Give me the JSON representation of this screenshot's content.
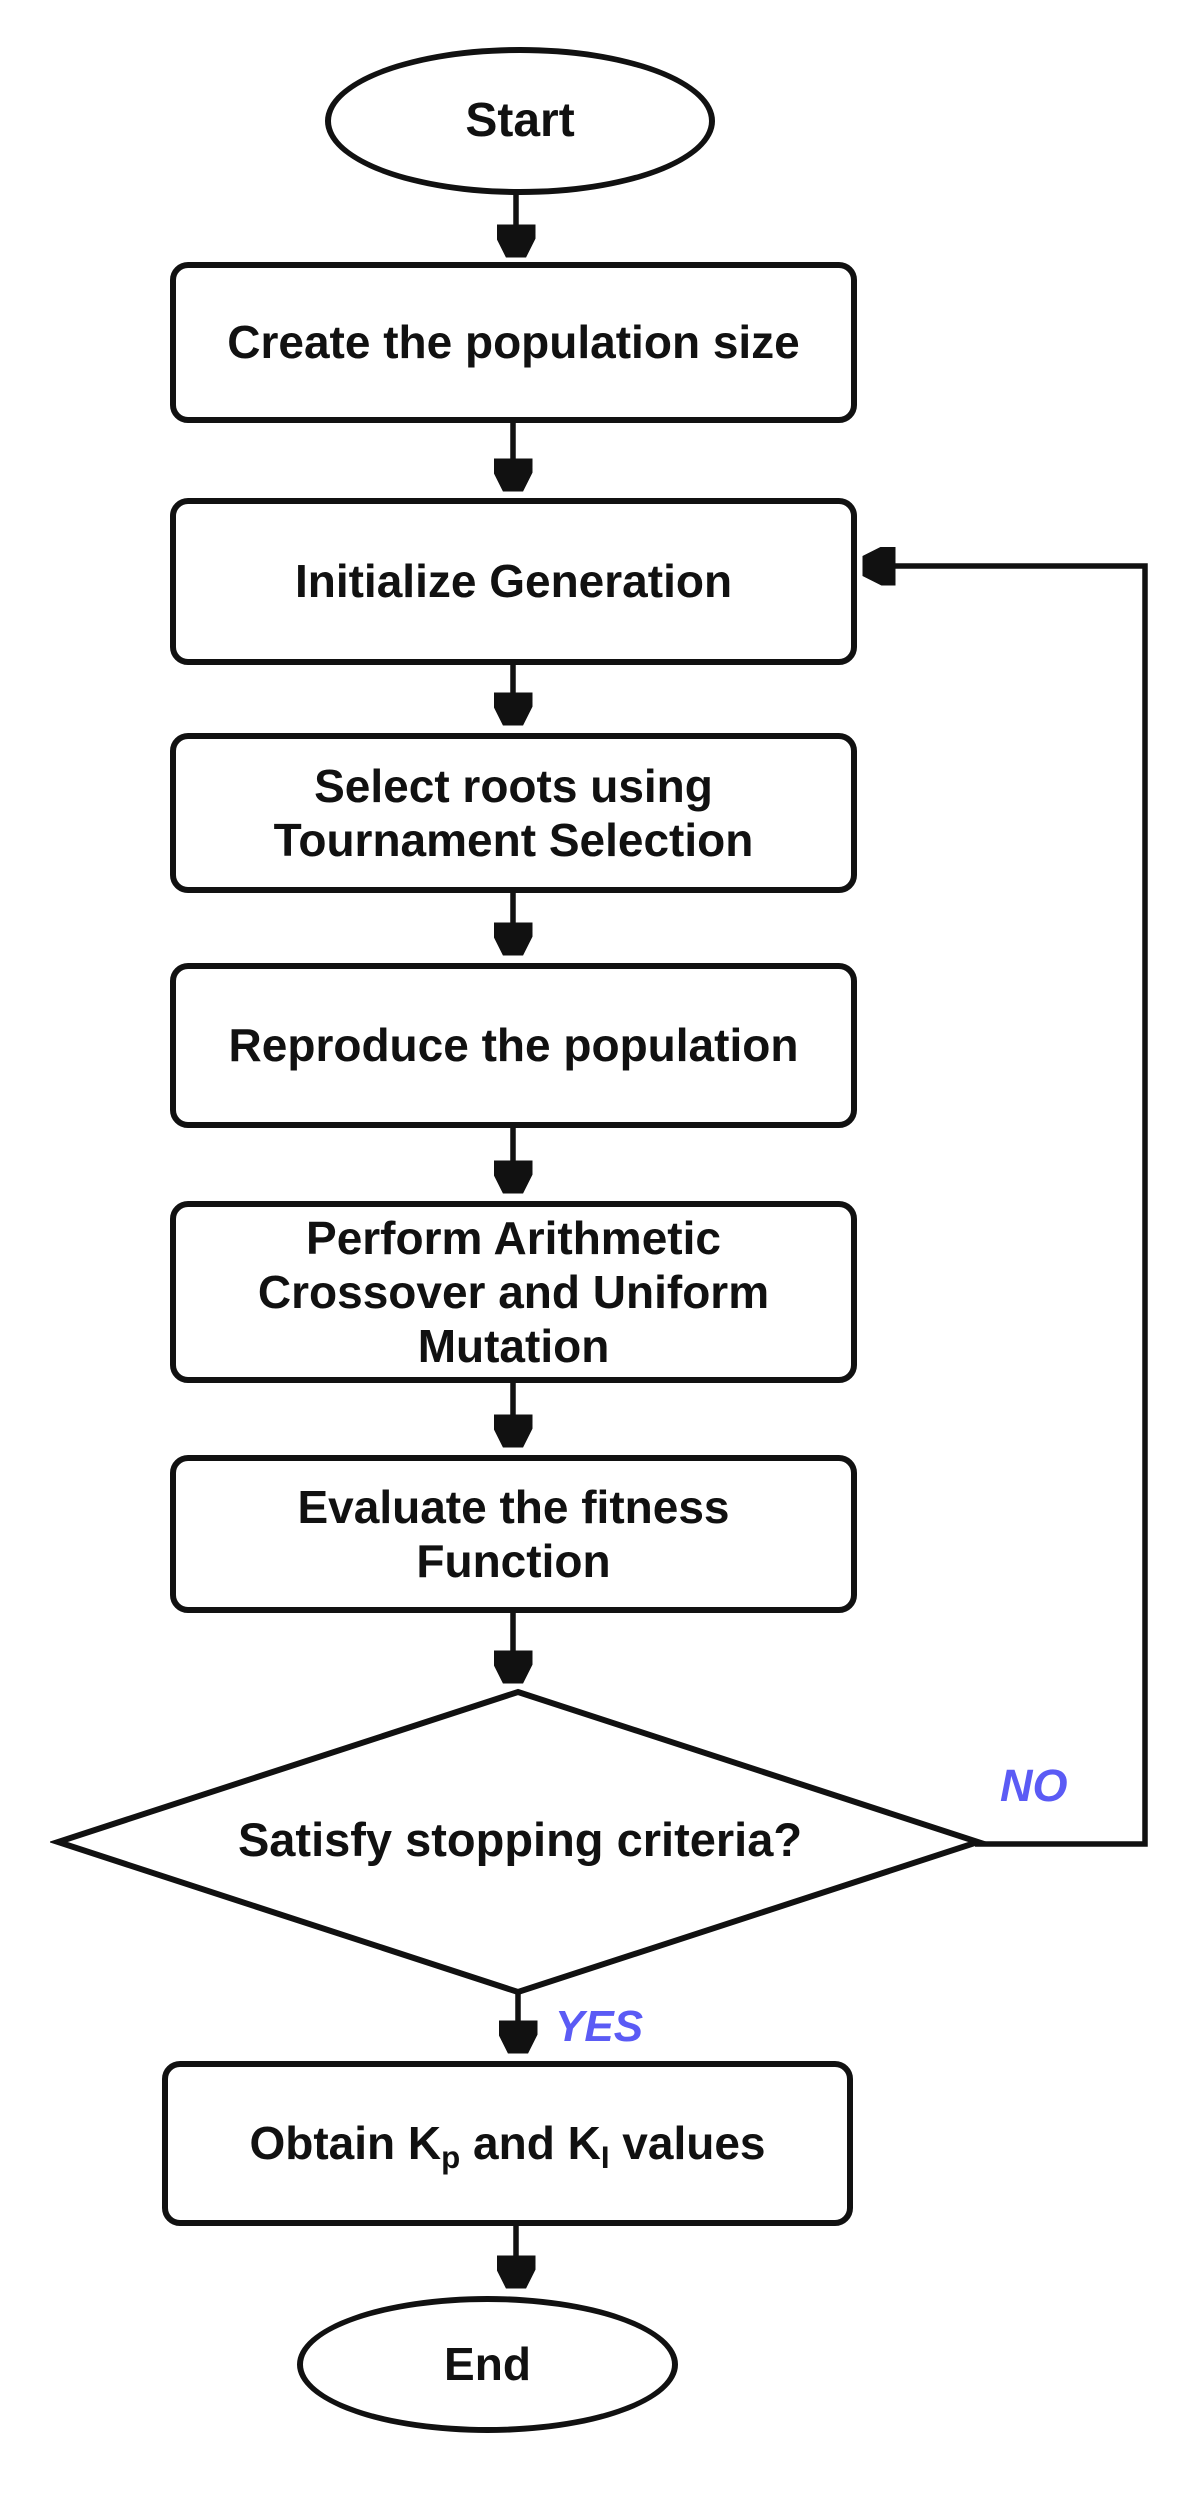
{
  "flowchart": {
    "nodes": {
      "start": {
        "label": "Start"
      },
      "create_population": {
        "label": "Create the population size"
      },
      "initialize_generation": {
        "label": "Initialize Generation"
      },
      "select_roots": {
        "lines": [
          "Select roots using",
          "Tournament Selection"
        ]
      },
      "reproduce_population": {
        "label": "Reproduce the population"
      },
      "crossover_mutation": {
        "lines": [
          "Perform Arithmetic",
          "Crossover and Uniform",
          "Mutation"
        ]
      },
      "evaluate_fitness": {
        "lines": [
          "Evaluate the fitness",
          "Function"
        ]
      },
      "stopping_criteria": {
        "label": "Satisfy stopping criteria?"
      },
      "obtain_gains": {
        "t1": "Obtain K",
        "sub1": "p",
        "t2": " and K",
        "sub2": "I",
        "t3": " values"
      },
      "end": {
        "label": "End"
      }
    },
    "branch_labels": {
      "no": "NO",
      "yes": "YES"
    },
    "colors": {
      "stroke": "#111111",
      "shape_fill": "#ffffff",
      "branch_label": "#5b5bf5"
    }
  }
}
